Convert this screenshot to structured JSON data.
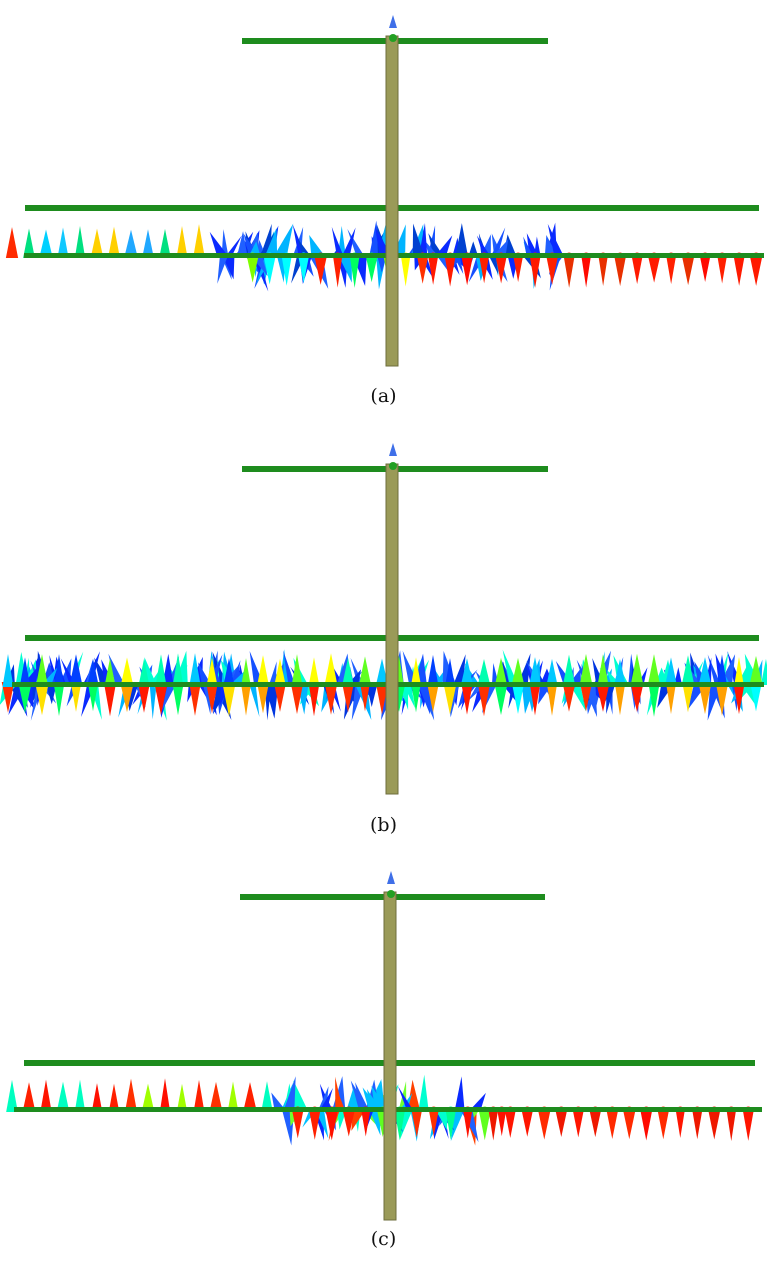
{
  "figure": {
    "panels": [
      {
        "caption": "(a)",
        "rows": [
          {
            "start": 0.0,
            "end": 0.26,
            "kind": "up",
            "palette": [
              "#ff2a00",
              "#ffd000",
              "#60ff20",
              "#00e080",
              "#00d0ff",
              "#10c8ff",
              "#20a8ff"
            ]
          },
          {
            "start": 0.28,
            "end": 0.74,
            "kind": "spiky",
            "palette": [
              "#0a2aff",
              "#1550ff",
              "#0040d0",
              "#00b4ff",
              "#2060ff"
            ]
          },
          {
            "start": 0.32,
            "end": 0.56,
            "kind": "down",
            "palette": [
              "#00ff60",
              "#ffff00",
              "#00ffff",
              "#ff3000",
              "#ff2000",
              "#80ff00"
            ]
          },
          {
            "start": 0.56,
            "end": 1.0,
            "kind": "down",
            "palette": [
              "#ff1a00",
              "#ff2000",
              "#ff0a00",
              "#e83000"
            ]
          }
        ]
      },
      {
        "caption": "(b)",
        "rows": [
          {
            "start": 0.0,
            "end": 1.0,
            "kind": "spiky",
            "palette": [
              "#0a2aff",
              "#1550ff",
              "#00b4ff",
              "#00ffd0",
              "#2060ff",
              "#0035e0"
            ]
          },
          {
            "start": 0.0,
            "end": 1.0,
            "kind": "down",
            "palette": [
              "#ff1a00",
              "#ffe000",
              "#00ff60",
              "#ff3000",
              "#00ffff",
              "#ffa000"
            ]
          },
          {
            "start": 0.0,
            "end": 1.0,
            "kind": "up",
            "palette": [
              "#0040ff",
              "#00c8ff",
              "#60ff20",
              "#ffff00",
              "#00ffb0"
            ]
          }
        ]
      },
      {
        "caption": "(c)",
        "rows": [
          {
            "start": 0.0,
            "end": 0.36,
            "kind": "up",
            "palette": [
              "#ff1500",
              "#ff2000",
              "#ff1000",
              "#ff3000",
              "#a0ff00",
              "#00ffc0",
              "#20b0ff"
            ]
          },
          {
            "start": 0.35,
            "end": 0.62,
            "kind": "spiky",
            "palette": [
              "#0a2aff",
              "#00c0ff",
              "#70ff30",
              "#ff4000",
              "#00ffd0",
              "#2060ff"
            ]
          },
          {
            "start": 0.38,
            "end": 0.66,
            "kind": "down",
            "palette": [
              "#60ff20",
              "#ff2000",
              "#ff3000",
              "#00ff90",
              "#ff1000"
            ]
          },
          {
            "start": 0.64,
            "end": 1.0,
            "kind": "down",
            "palette": [
              "#ff1500",
              "#ff0a00",
              "#ff2a00",
              "#ee1800"
            ]
          }
        ]
      }
    ],
    "colors": {
      "frame_green": "#1e8c1e",
      "pole": "#9a9a58",
      "pole_edge": "#6e6e3c",
      "axis_marker": "#3f6fe8",
      "hub": "#23a023"
    },
    "icons": {
      "axis_marker": "axis-arrow-icon"
    }
  }
}
